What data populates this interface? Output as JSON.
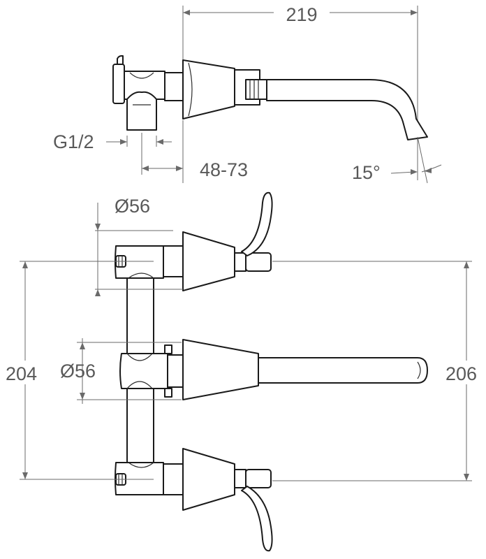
{
  "dimensions": {
    "overall_length": "219",
    "connection_thread": "G1/2",
    "wall_depth_range": "48-73",
    "spout_angle": "15°",
    "upper_rosette_diameter": "Ø56",
    "middle_rosette_diameter": "Ø56",
    "handle_centers_left": "204",
    "handle_centers_right": "206"
  },
  "colors": {
    "outline": "#1a1a1a",
    "dimension_lines": "#6a6a6a",
    "dimension_text": "#595959"
  }
}
